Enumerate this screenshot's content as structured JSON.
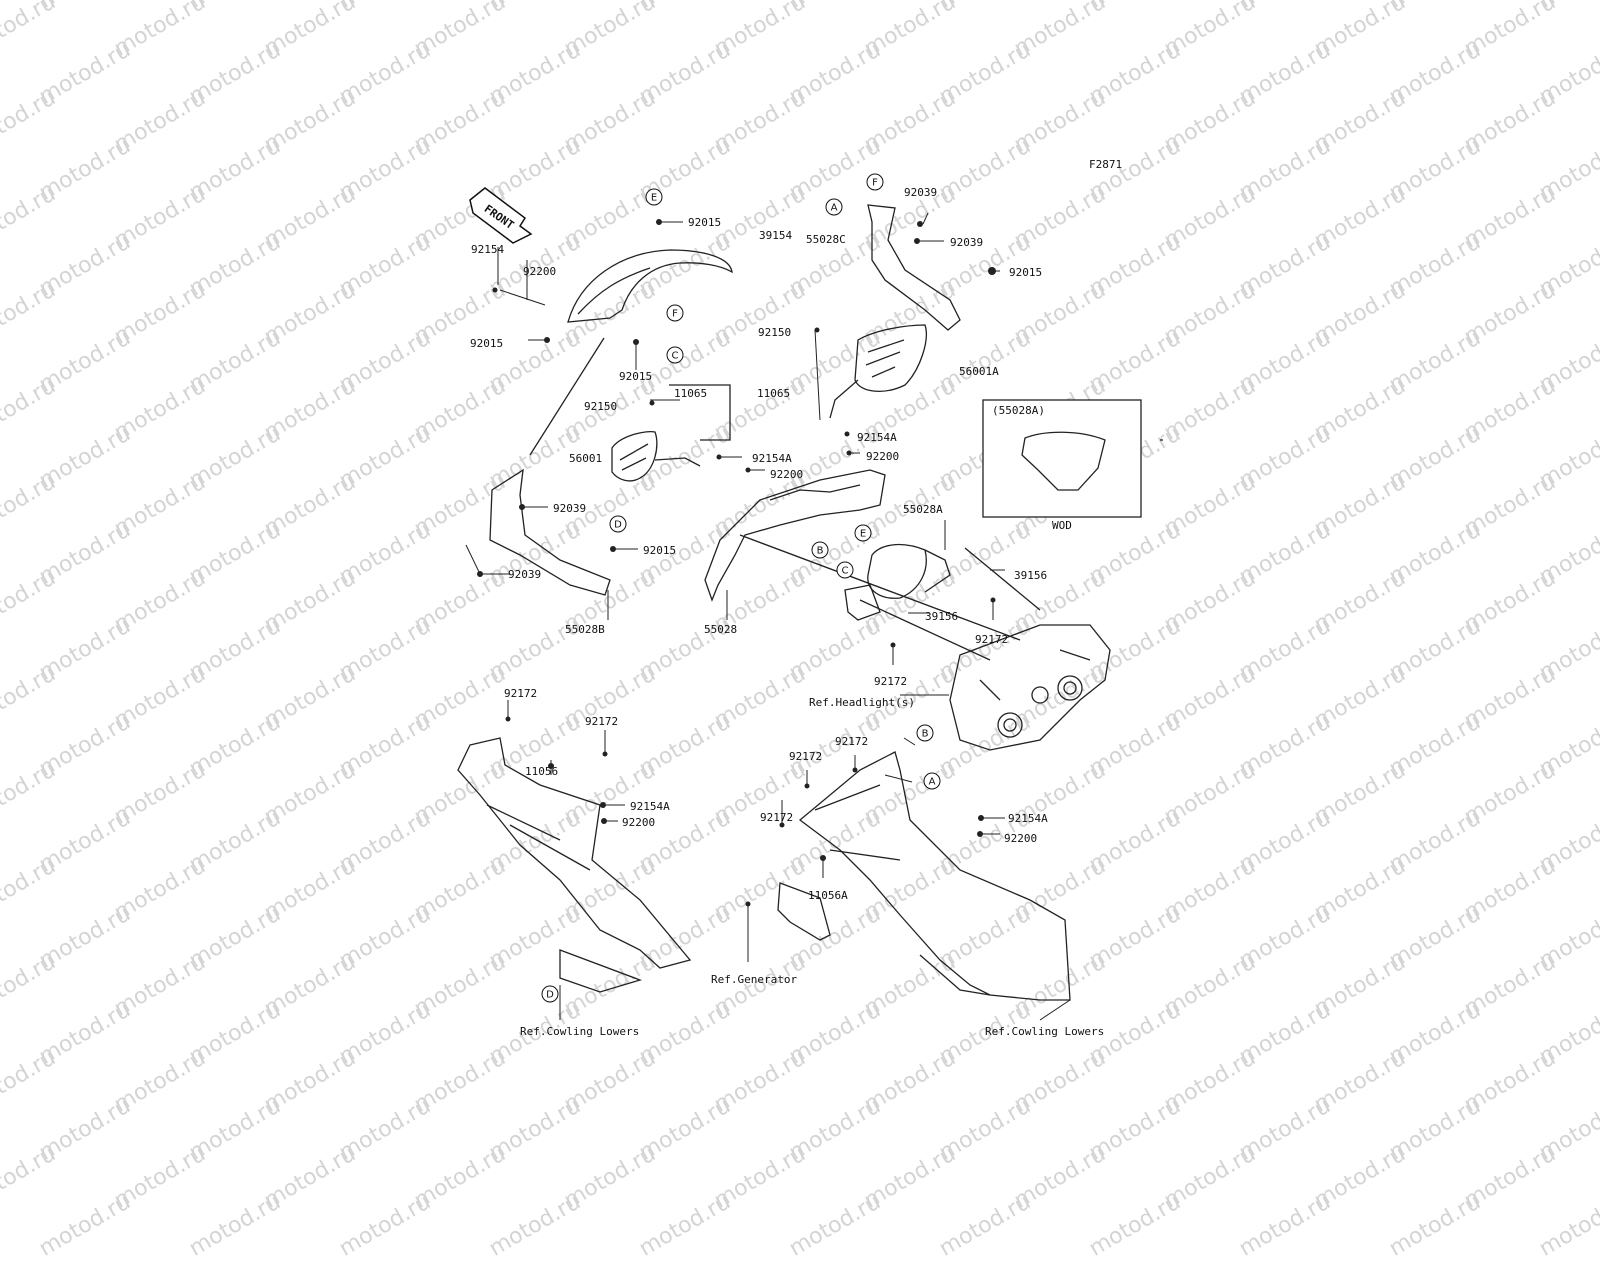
{
  "figure_code": "F2871",
  "front_arrow": "FRONT",
  "watermark": "motod.ru",
  "inset": {
    "title": "(55028A)",
    "label": "WOD"
  },
  "parts": [
    "92015",
    "39154",
    "92154",
    "92200",
    "92015",
    "92015",
    "55028C",
    "92039",
    "92039",
    "92015",
    "92150",
    "56001A",
    "11065",
    "11065",
    "92150",
    "92154A",
    "92200",
    "56001",
    "92154A",
    "92200",
    "92039",
    "92039",
    "92015",
    "55028B",
    "55028",
    "55028A",
    "39156",
    "39156",
    "92172",
    "92172",
    "92172",
    "92172",
    "11056",
    "92154A",
    "92200",
    "92172",
    "92172",
    "92172",
    "92154A",
    "92200",
    "11056A"
  ],
  "refs": [
    "Ref.Headlight(s)",
    "Ref.Generator",
    "Ref.Cowling Lowers",
    "Ref.Cowling Lowers"
  ],
  "callouts": [
    "E",
    "F",
    "C",
    "A",
    "F",
    "D",
    "B",
    "C",
    "E",
    "B",
    "A",
    "D"
  ]
}
